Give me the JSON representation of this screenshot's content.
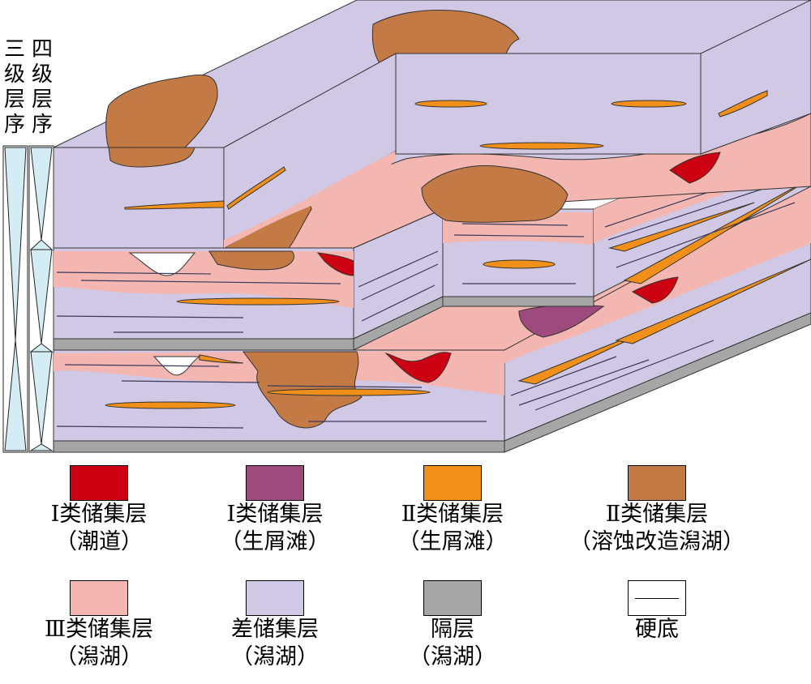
{
  "sequence_labels": {
    "third_order": [
      "三",
      "级",
      "层",
      "序"
    ],
    "fourth_order": [
      "四",
      "级",
      "层",
      "序"
    ]
  },
  "colors": {
    "type1_channel": "#cc0012",
    "type1_shoal": "#9e4a7c",
    "type2_shoal": "#f0901a",
    "type2_karst": "#c47a44",
    "type3_lagoon": "#f4b6b0",
    "poor_lagoon": "#d0c8e4",
    "barrier": "#a6a6a6",
    "hardground": "#ffffff",
    "sequence_triangle": "#d4ecf4"
  },
  "legend": [
    {
      "line1": "Ⅰ类储集层",
      "line2": "（潮道）",
      "color": "#cc0012",
      "swatch": "fill"
    },
    {
      "line1": "Ⅰ类储集层",
      "line2": "（生屑滩）",
      "color": "#9e4a7c",
      "swatch": "fill"
    },
    {
      "line1": "Ⅱ类储集层",
      "line2": "（生屑滩）",
      "color": "#f0901a",
      "swatch": "fill"
    },
    {
      "line1": "Ⅱ类储集层",
      "line2": "（溶蚀改造潟湖）",
      "color": "#c47a44",
      "swatch": "fill"
    },
    {
      "line1": "Ⅲ类储集层",
      "line2": "（潟湖）",
      "color": "#f4b6b0",
      "swatch": "fill"
    },
    {
      "line1": "差储集层",
      "line2": "（潟湖）",
      "color": "#d0c8e4",
      "swatch": "fill"
    },
    {
      "line1": "隔层",
      "line2": "（潟湖）",
      "color": "#a6a6a6",
      "swatch": "fill"
    },
    {
      "line1": "硬底",
      "line2": "",
      "color": "#ffffff",
      "swatch": "line"
    }
  ]
}
